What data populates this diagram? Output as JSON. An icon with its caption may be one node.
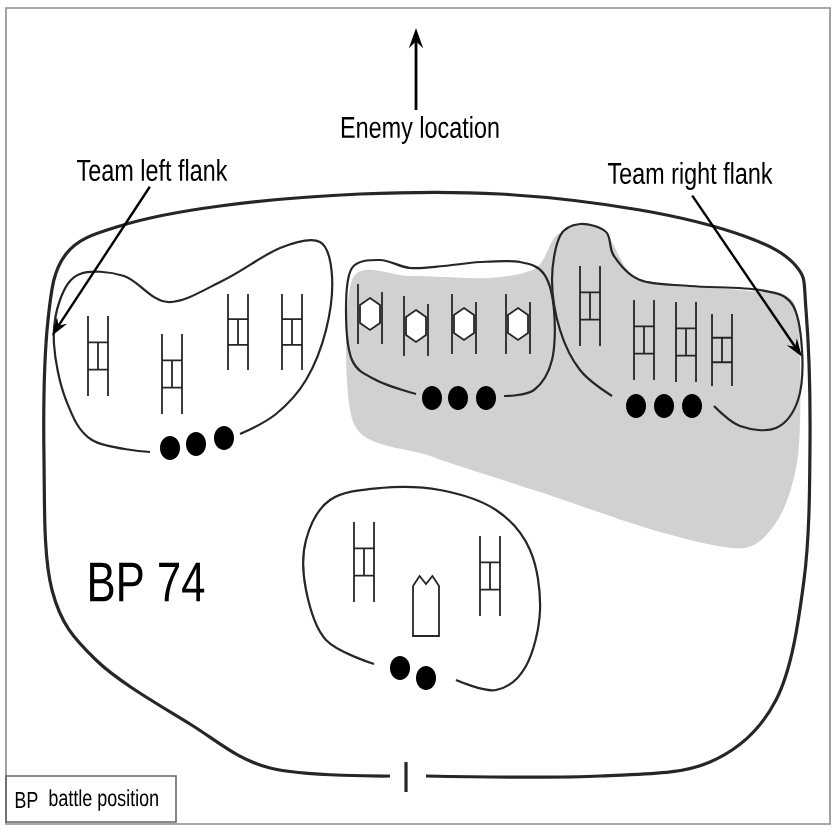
{
  "diagram": {
    "nodes": [
      {
        "text": [
          "Team left flank"
        ]
      },
      {
        "text": [
          "Team right flank"
        ]
      },
      {
        "text": [
          "BP 74"
        ]
      },
      {
        "text": [],
        "shape": "blob",
        "in": 2
      },
      {
        "text": [],
        "shape": "blob",
        "in": 2
      },
      {
        "text": [],
        "shape": "blob",
        "in": 2
      },
      {
        "text": [],
        "shape": "blob",
        "in": 2
      }
    ],
    "edges": [
      {
        "from": 0,
        "to": 3,
        "arrow": "to"
      },
      {
        "from": 1,
        "to": 5,
        "arrow": "to"
      }
    ],
    "labels": [
      "Enemy location",
      "BP",
      "battle position"
    ]
  }
}
